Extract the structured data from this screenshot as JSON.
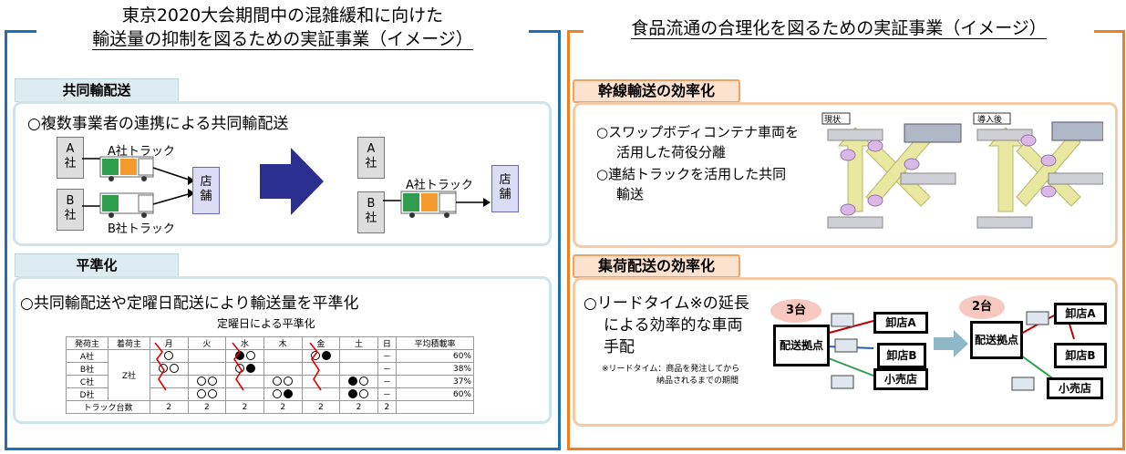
{
  "left": {
    "title_line1": "東京2020大会期間中の混雑緩和に向けた",
    "title_line2": "輸送量の抑制を図るための実証事業（イメージ）",
    "section1": {
      "tab": "共同輸配送",
      "heading": "○複数事業者の連携による共同輸配送",
      "company_a": "A\n社",
      "company_b": "B\n社",
      "truck_a_label": "A社トラック",
      "truck_b_label": "B社トラック",
      "store": "店\n舗",
      "after_company_a": "A\n社",
      "after_company_b": "B\n社",
      "after_truck_label": "A社トラック",
      "after_store": "店\n舗"
    },
    "section2": {
      "tab": "平準化",
      "heading": "○共同輸配送や定曜日配送により輸送量を平準化",
      "table_title": "定曜日による平準化",
      "columns": [
        "発荷主",
        "着荷主",
        "月",
        "火",
        "水",
        "木",
        "金",
        "土",
        "日",
        "平均積載率"
      ],
      "rows": [
        {
          "shipper": "A社",
          "mon": "o",
          "tue": "",
          "wed": "bo",
          "thu": "",
          "fri": "ob",
          "sat": "",
          "sun": "－",
          "load": "60%"
        },
        {
          "shipper": "B社",
          "mon": "oo",
          "tue": "",
          "wed": "ob",
          "thu": "",
          "fri": "",
          "sat": "",
          "sun": "－",
          "load": "38%"
        },
        {
          "shipper": "C社",
          "mon": "",
          "tue": "oo",
          "wed": "",
          "thu": "oo",
          "fri": "",
          "sat": "bo",
          "sun": "－",
          "load": "37%"
        },
        {
          "shipper": "D社",
          "mon": "",
          "tue": "oo",
          "wed": "",
          "thu": "ob",
          "fri": "",
          "sat": "bo",
          "sun": "－",
          "load": "60%"
        }
      ],
      "receiver": "Z社",
      "footer_label": "トラック台数",
      "footer_values": [
        "2",
        "2",
        "2",
        "2",
        "2",
        "2",
        "2"
      ]
    }
  },
  "right": {
    "title": "食品流通の合理化を図るための実証事業（イメージ）",
    "section1": {
      "tab": "幹線輸送の効率化",
      "line1": "○スワップボディコンテナ車両を",
      "line2": "活用した荷役分離",
      "line3": "○連結トラックを活用した共同",
      "line4": "輸送",
      "fig_before": "現状",
      "fig_after": "導入後"
    },
    "section2": {
      "tab": "集荷配送の効率化",
      "line1": "○リードタイム※の延長",
      "line2": "による効率的な車両",
      "line3": "手配",
      "note1": "※リードタイム：商品を発注してから",
      "note2": "納品されるまでの期間",
      "before_count": "3台",
      "after_count": "2台",
      "hub": "配送拠点",
      "wholesale_a": "卸店A",
      "wholesale_b": "卸店B",
      "retail": "小売店",
      "hub2": "配送拠点",
      "wholesale_a2": "卸店A",
      "wholesale_b2": "卸店B",
      "retail2": "小売店"
    }
  },
  "colors": {
    "left_frame": "#1f6fb5",
    "right_frame": "#f07f1e",
    "arrow": "#2b2f8f"
  }
}
